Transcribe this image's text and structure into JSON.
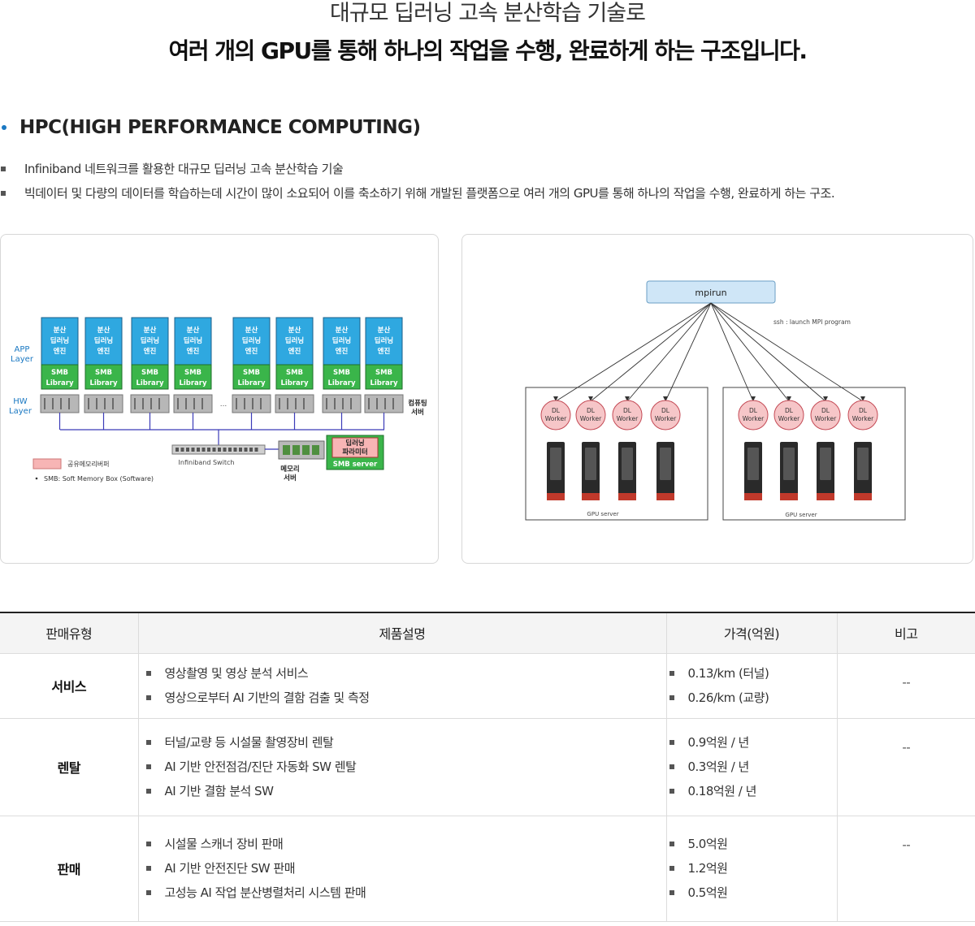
{
  "headline": {
    "line1": "대규모 딥러닝 고속 분산학습 기술로",
    "line2": "여러 개의 GPU를 통해 하나의 작업을 수행, 완료하게 하는 구조입니다."
  },
  "section": {
    "title": "HPC(HIGH PERFORMANCE COMPUTING)",
    "bullets": [
      "Infiniband 네트워크를 활용한 대규모 딥러닝 고속 분산학습 기술",
      "빅데이터 및 다량의 데이터를 학습하는데 시간이 많이 소요되어 이를 축소하기 위해 개발된 플랫폼으로 여러 개의 GPU를 통해 하나의 작업을 수행, 완료하게 하는 구조."
    ]
  },
  "left_diagram": {
    "app_layer": "APP\nLayer",
    "hw_layer": "HW\nLayer",
    "engine_label": "분산\n딥러닝\n엔진",
    "smb_label": "SMB\nLibrary",
    "ellipsis": "...",
    "computing_server": "컴퓨팅\n서버",
    "infiniband": "Infiniband Switch",
    "memory_server": "메모리\n서버",
    "param_label": "딥러닝\n파라미터",
    "smb_server": "SMB server",
    "legend_shared_memory": "공유메모리버퍼",
    "legend_smb": "SMB: Soft Memory Box (Software)",
    "colors": {
      "engine": "#2fa8e0",
      "smb": "#3ab54a",
      "legend": "#f7b5b5"
    }
  },
  "right_diagram": {
    "mpirun": "mpirun",
    "ssh_note": "ssh : launch MPI program",
    "worker_label": "DL\nWorker",
    "gpu_server": "GPU server",
    "colors": {
      "worker": "#f6c6c8",
      "worker_stroke": "#c44a55"
    }
  },
  "table": {
    "headers": [
      "판매유형",
      "제품설명",
      "가격(억원)",
      "비고"
    ],
    "rows": [
      {
        "type": "서비스",
        "products": [
          "영상촬영 및 영상 분석 서비스",
          "영상으로부터 AI 기반의 결함 검출 및 측정"
        ],
        "prices": [
          "0.13/km (터널)",
          "0.26/km (교량)"
        ],
        "note": "--"
      },
      {
        "type": "렌탈",
        "products": [
          "터널/교량 등 시설물 촬영장비 렌탈",
          "AI 기반 안전점검/진단 자동화 SW 렌탈",
          "AI 기반 결함 분석 SW"
        ],
        "prices": [
          "0.9억원 / 년",
          "0.3억원 / 년",
          "0.18억원 / 년"
        ],
        "note": "--"
      },
      {
        "type": "판매",
        "products": [
          "시설물 스캐너 장비 판매",
          "AI 기반 안전진단 SW 판매",
          "고성능 AI 작업 분산병렬처리 시스템 판매"
        ],
        "prices": [
          "5.0억원",
          "1.2억원",
          "0.5억원"
        ],
        "note": "--"
      }
    ]
  }
}
